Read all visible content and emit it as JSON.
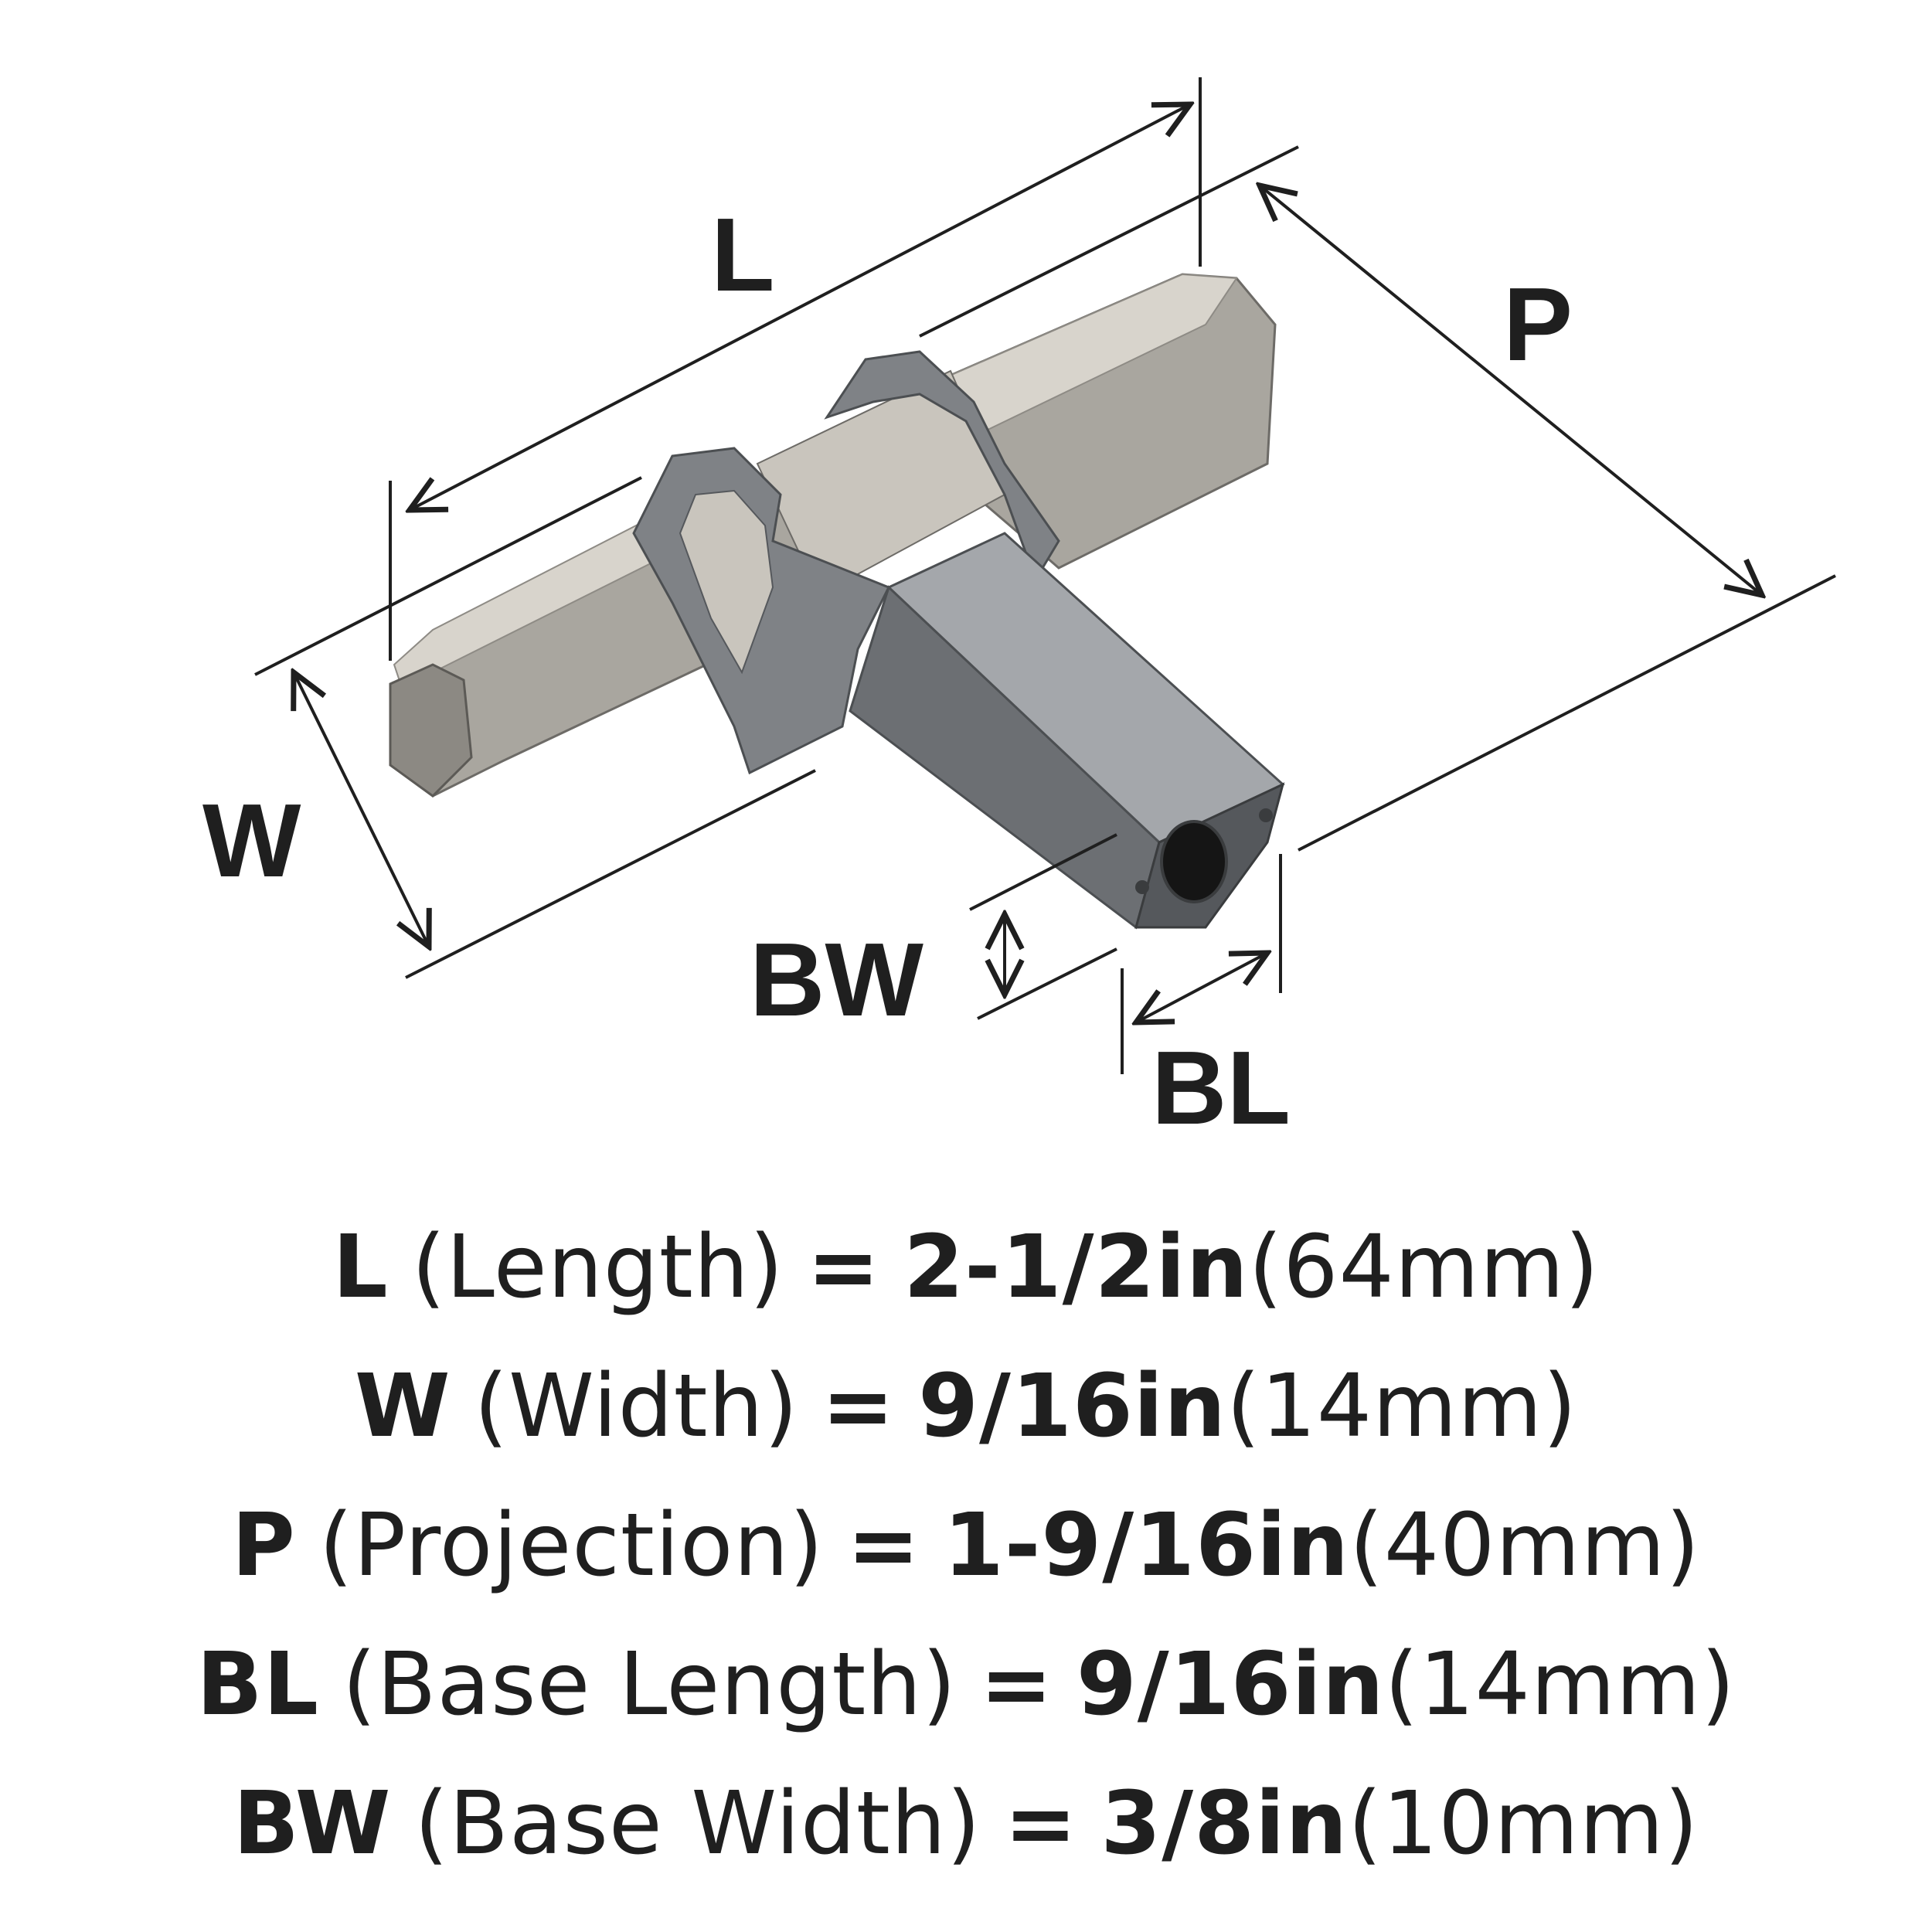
{
  "labels": {
    "length": "L",
    "projection": "P",
    "width": "W",
    "base_width": "BW",
    "base_length": "BL"
  },
  "specs": [
    {
      "code": "L",
      "name": "(Length)",
      "eq": "=",
      "imperial": "2-1/2in",
      "metric": "(64mm)"
    },
    {
      "code": "W",
      "name": "(Width)",
      "eq": "=",
      "imperial": "9/16in",
      "metric": "(14mm)"
    },
    {
      "code": "P",
      "name": "(Projection)",
      "eq": "=",
      "imperial": "1-9/16in",
      "metric": "(40mm)"
    },
    {
      "code": "BL",
      "name": "(Base Length)",
      "eq": "=",
      "imperial": "9/16in",
      "metric": "(14mm)"
    },
    {
      "code": "BW",
      "name": "(Base Width)",
      "eq": "=",
      "imperial": "3/8in",
      "metric": "(10mm)"
    }
  ],
  "colors": {
    "text": "#1f1f1f",
    "nickel_light": "#d8d4cc",
    "nickel_mid": "#a9a69f",
    "nickel_dark": "#6d6b67",
    "base_gray": "#7f8286",
    "base_dark": "#55585c"
  }
}
